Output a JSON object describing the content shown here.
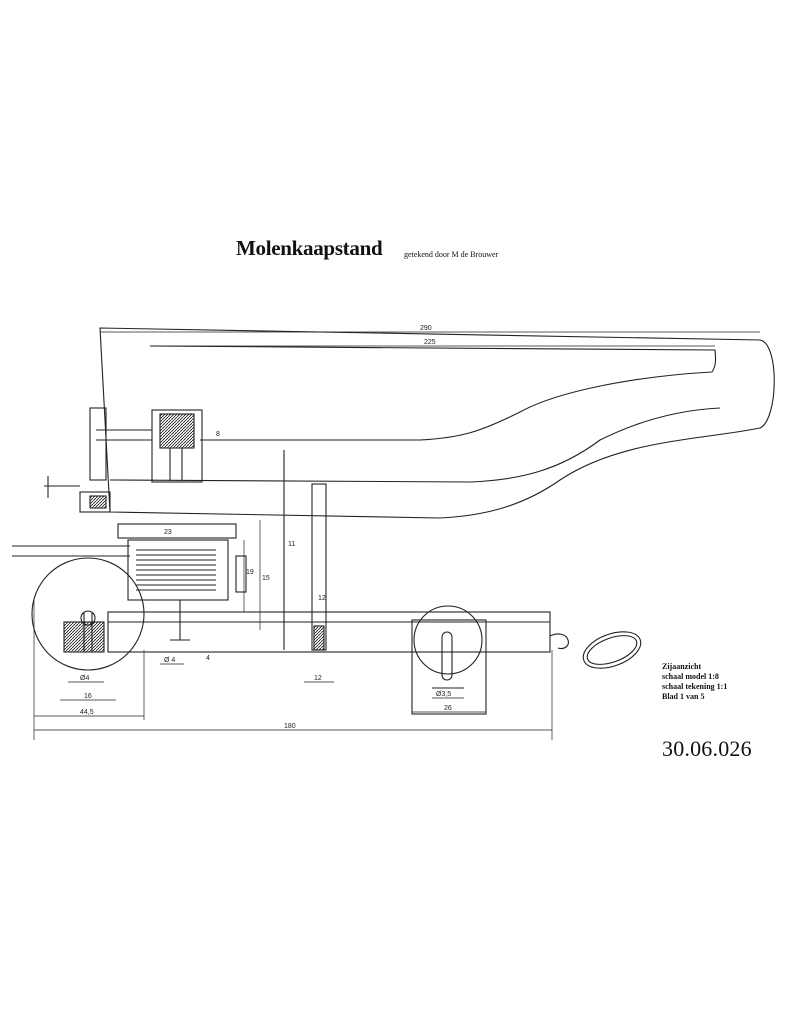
{
  "drawing": {
    "title": "Molenkaapstand",
    "subtitle": "getekend door M de Brouwer",
    "legend": [
      "Zijaanzicht",
      "schaal model 1:8",
      "schaal tekening 1:1",
      "Blad 1 van 5"
    ],
    "drawing_number": "30.06.026"
  },
  "dimensions": {
    "overall_length": "290",
    "arm_length": "225",
    "base_length": "180",
    "wheel_diameter": "44,5",
    "wheel_hub": "16",
    "wheel_axle": "Ø4",
    "drum_top": "23",
    "drum_height": "15",
    "drum_base": "4",
    "post_height": "11",
    "small_wheel_width": "26",
    "small_wheel_axle": "Ø3,5",
    "post_section": "12",
    "bracket": "8",
    "side_height": "19",
    "mid_height": "12",
    "drum_core": "Ø 4"
  }
}
